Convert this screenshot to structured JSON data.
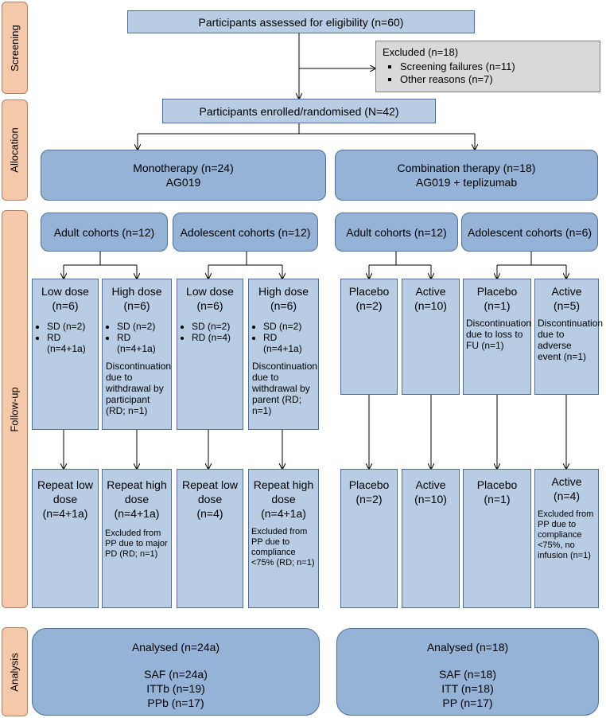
{
  "phases": [
    "Screening",
    "Allocation",
    "Follow-up",
    "Analysis"
  ],
  "eligibility": "Participants assessed for eligibility (n=60)",
  "excluded": {
    "title": "Excluded (n=18)",
    "items": [
      "Screening failures (n=11)",
      "Other reasons (n=7)"
    ]
  },
  "enrolled": "Participants enrolled/randomised (N=42)",
  "mono": {
    "line1": "Monotherapy (n=24)",
    "line2": "AG019"
  },
  "combo": {
    "line1": "Combination therapy (n=18)",
    "line2": "AG019 + teplizumab"
  },
  "cohorts": [
    "Adult cohorts (n=12)",
    "Adolescent cohorts (n=12)",
    "Adult cohorts (n=12)",
    "Adolescent cohorts (n=6)"
  ],
  "arms": [
    {
      "title": "Low dose",
      "n": "(n=6)",
      "bullets": [
        "SD (n=2)",
        "RD (n=4+1a)"
      ],
      "note": ""
    },
    {
      "title": "High dose",
      "n": "(n=6)",
      "bullets": [
        "SD (n=2)",
        "RD (n=4+1a)"
      ],
      "note": "Discontinuation due to withdrawal by participant (RD; n=1)"
    },
    {
      "title": "Low dose",
      "n": "(n=6)",
      "bullets": [
        "SD (n=2)",
        "RD (n=4)"
      ],
      "note": ""
    },
    {
      "title": "High dose",
      "n": "(n=6)",
      "bullets": [
        "SD (n=2)",
        "RD (n=4+1a)"
      ],
      "note": "Discontinuation due to withdrawal by parent (RD; n=1)"
    },
    {
      "title": "Placebo",
      "n": "(n=2)",
      "bullets": [],
      "note": ""
    },
    {
      "title": "Active",
      "n": "(n=10)",
      "bullets": [],
      "note": ""
    },
    {
      "title": "Placebo",
      "n": "(n=1)",
      "bullets": [],
      "note": "Discontinuation due to loss to FU (n=1)"
    },
    {
      "title": "Active",
      "n": "(n=5)",
      "bullets": [],
      "note": "Discontinuation due to adverse event (n=1)"
    }
  ],
  "repeats": [
    {
      "title": "Repeat low dose",
      "n": "(n=4+1a)",
      "note": ""
    },
    {
      "title": "Repeat high dose",
      "n": "(n=4+1a)",
      "note": "Excluded from PP due to major PD (RD; n=1)"
    },
    {
      "title": "Repeat low dose",
      "n": "(n=4)",
      "note": ""
    },
    {
      "title": "Repeat high dose",
      "n": "(n=4+1a)",
      "note": "Excluded from PP due to compliance <75% (RD; n=1)"
    },
    {
      "title": "Placebo",
      "n": "(n=2)",
      "note": ""
    },
    {
      "title": "Active",
      "n": "(n=10)",
      "note": ""
    },
    {
      "title": "Placebo",
      "n": "(n=1)",
      "note": ""
    },
    {
      "title": "Active",
      "n": "(n=4)",
      "note": "Excluded from PP due to compliance <75%, no infusion (n=1)"
    }
  ],
  "analysis_left": {
    "title": "Analysed (n=24a)",
    "lines": [
      "SAF (n=24a)",
      "ITTb (n=19)",
      "PPb (n=17)"
    ]
  },
  "analysis_right": {
    "title": "Analysed (n=18)",
    "lines": [
      "SAF (n=18)",
      "ITT (n=18)",
      "PP (n=17)"
    ]
  }
}
